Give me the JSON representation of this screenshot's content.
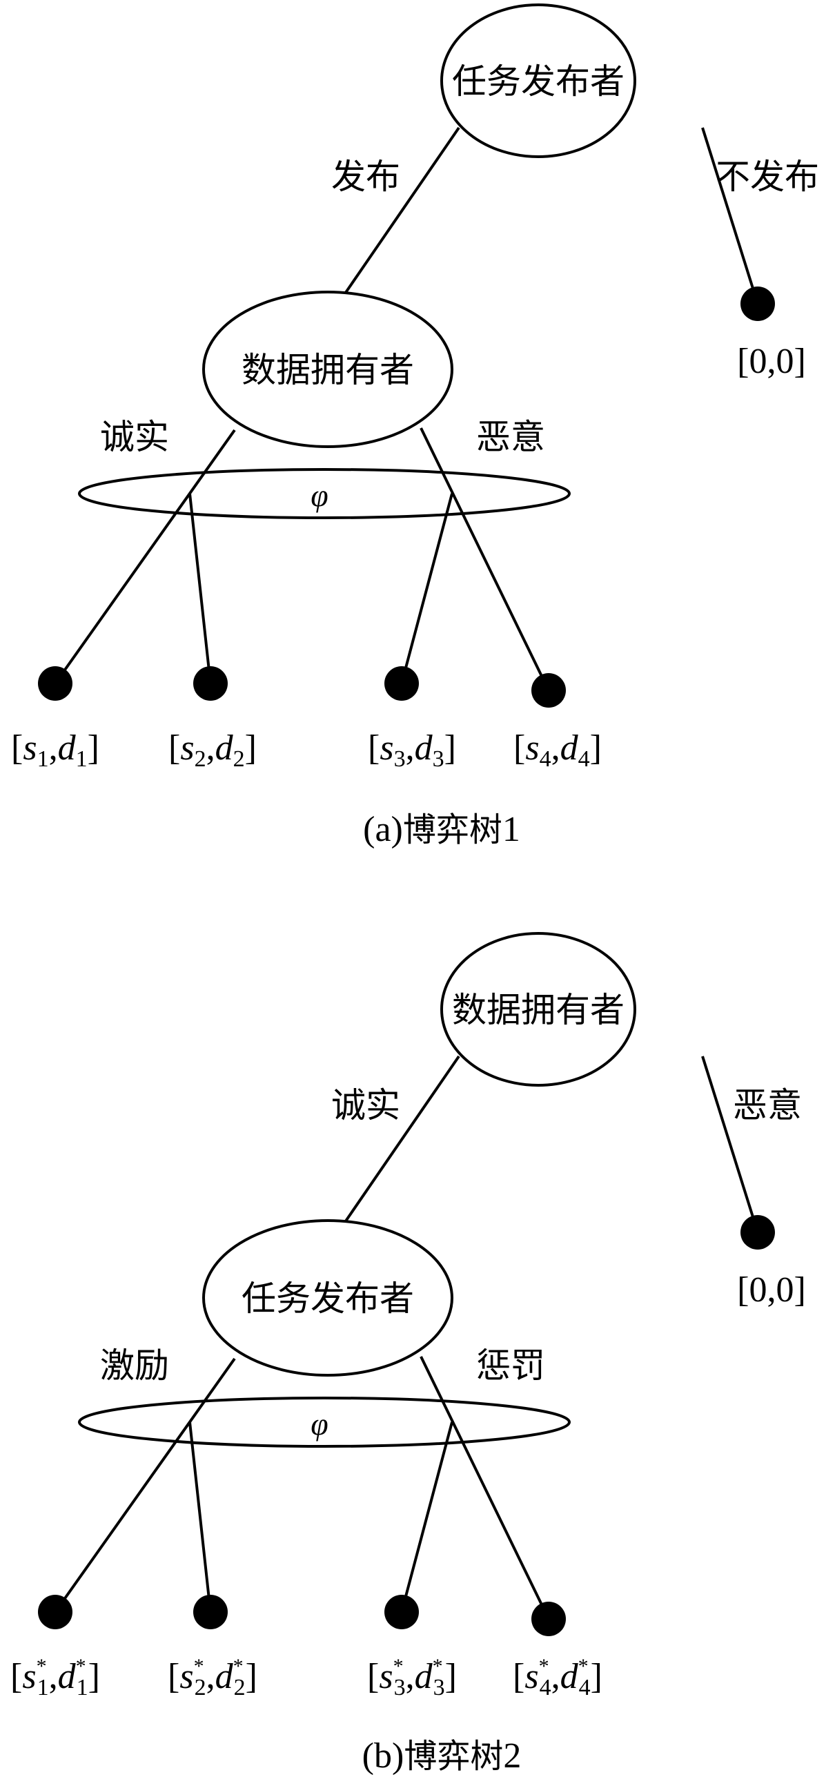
{
  "tree_a": {
    "root_label": "任务发布者",
    "root_left_action": "发布",
    "root_right_action": "不发布",
    "right_terminal_payoff": "[0,0]",
    "second_node_label": "数据拥有者",
    "second_left_action": "诚实",
    "second_right_action": "恶意",
    "info_set_label": "φ",
    "leaves": [
      {
        "s": "s",
        "s_sub": "1",
        "d": "d",
        "d_sub": "1"
      },
      {
        "s": "s",
        "s_sub": "2",
        "d": "d",
        "d_sub": "2"
      },
      {
        "s": "s",
        "s_sub": "3",
        "d": "d",
        "d_sub": "3"
      },
      {
        "s": "s",
        "s_sub": "4",
        "d": "d",
        "d_sub": "4"
      }
    ],
    "caption_prefix": "(a)",
    "caption_cjk": "博弈树",
    "caption_num": "1"
  },
  "tree_b": {
    "root_label": "数据拥有者",
    "root_left_action": "诚实",
    "root_right_action": "恶意",
    "right_terminal_payoff": "[0,0]",
    "second_node_label": "任务发布者",
    "second_left_action": "激励",
    "second_right_action": "惩罚",
    "info_set_label": "φ",
    "star": "*",
    "leaves": [
      {
        "s": "s",
        "s_sub": "1",
        "d": "d",
        "d_sub": "1"
      },
      {
        "s": "s",
        "s_sub": "2",
        "d": "d",
        "d_sub": "2"
      },
      {
        "s": "s",
        "s_sub": "3",
        "d": "d",
        "d_sub": "3"
      },
      {
        "s": "s",
        "s_sub": "4",
        "d": "d",
        "d_sub": "4"
      }
    ],
    "caption_prefix": "(b)",
    "caption_cjk": "博弈树",
    "caption_num": "2"
  }
}
